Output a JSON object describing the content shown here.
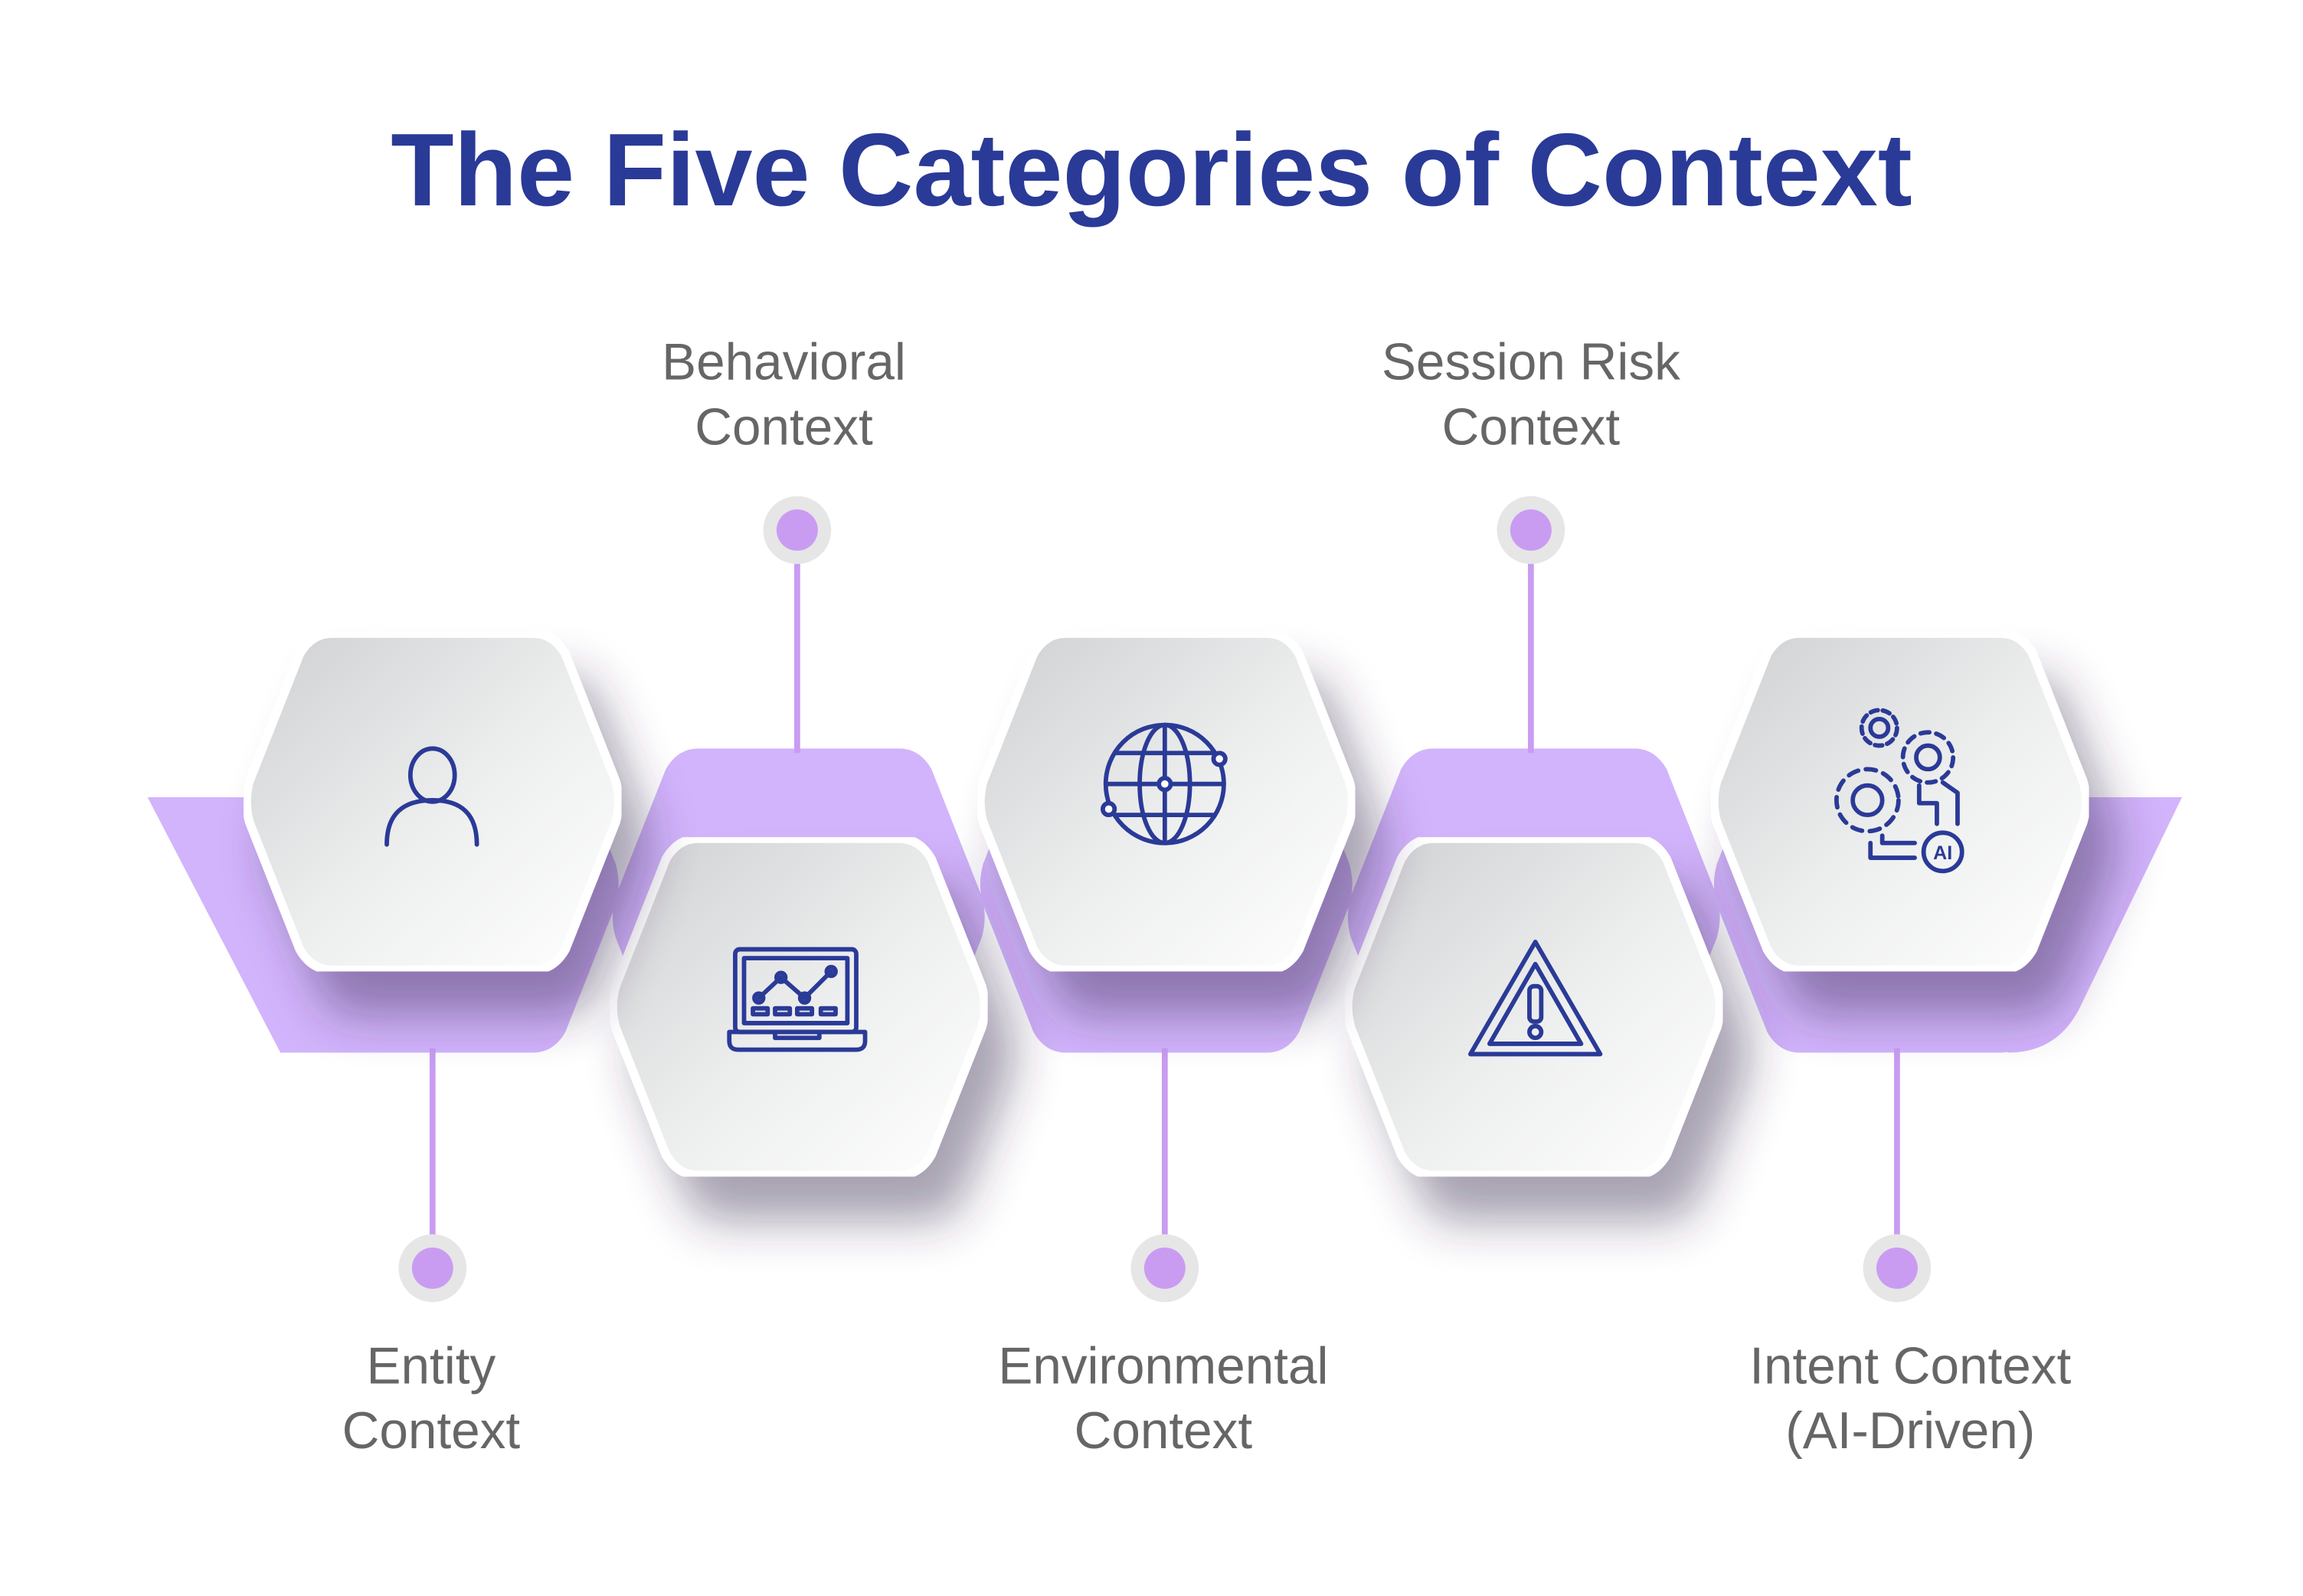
{
  "title": "The Five Categories of Context",
  "colors": {
    "title": "#2a3a97",
    "ribbon": "#d2b4fc",
    "dot": "#c99cf2",
    "label": "#666666"
  },
  "categories": [
    {
      "line1": "Entity",
      "line2": "Context",
      "icon": "user-icon"
    },
    {
      "line1": "Behavioral",
      "line2": "Context",
      "icon": "laptop-chart-icon"
    },
    {
      "line1": "Environmental",
      "line2": "Context",
      "icon": "globe-icon"
    },
    {
      "line1": "Session Risk",
      "line2": "Context",
      "icon": "warning-icon"
    },
    {
      "line1": "Intent Context",
      "line2": "(AI-Driven)",
      "icon": "gears-ai-icon",
      "icon_text": "AI"
    }
  ]
}
